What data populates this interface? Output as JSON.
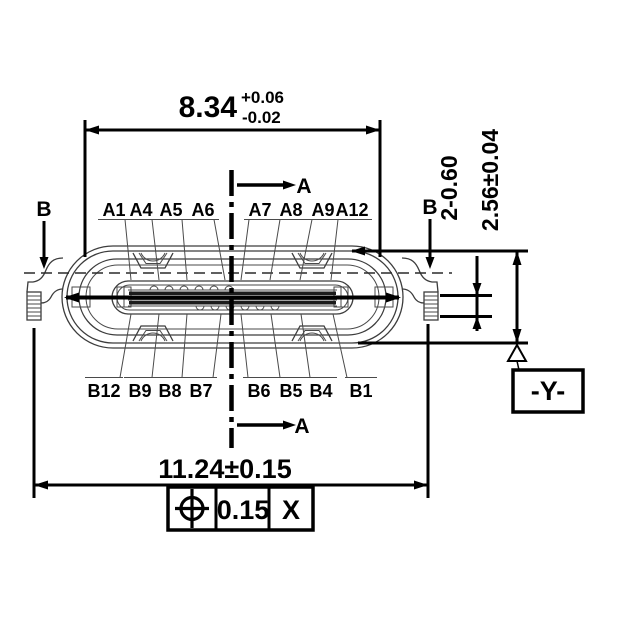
{
  "drawing": {
    "type": "engineering-drawing",
    "subject": "USB Type-C receptacle connector front view",
    "dimensions": {
      "top_width": {
        "value": "8.34",
        "tol_plus": "+0.06",
        "tol_minus": "-0.02"
      },
      "overall_width": "11.24±0.15",
      "leg_thickness": "2-0.60",
      "shell_height": "2.56±0.04"
    },
    "feature_control_frame": {
      "symbol": "position-tolerance",
      "tolerance": "0.15",
      "datum_ref": "X"
    },
    "datum_label": "-Y-",
    "section_labels": {
      "a": "A",
      "b": "B"
    },
    "pins": {
      "top": [
        "A1",
        "A4",
        "A5",
        "A6",
        "A7",
        "A8",
        "A9",
        "A12"
      ],
      "bottom": [
        "B12",
        "B9",
        "B8",
        "B7",
        "B6",
        "B5",
        "B4",
        "B1"
      ]
    },
    "colors": {
      "ink": "#000000",
      "outline": "#3c3c3c",
      "background": "#ffffff"
    }
  }
}
